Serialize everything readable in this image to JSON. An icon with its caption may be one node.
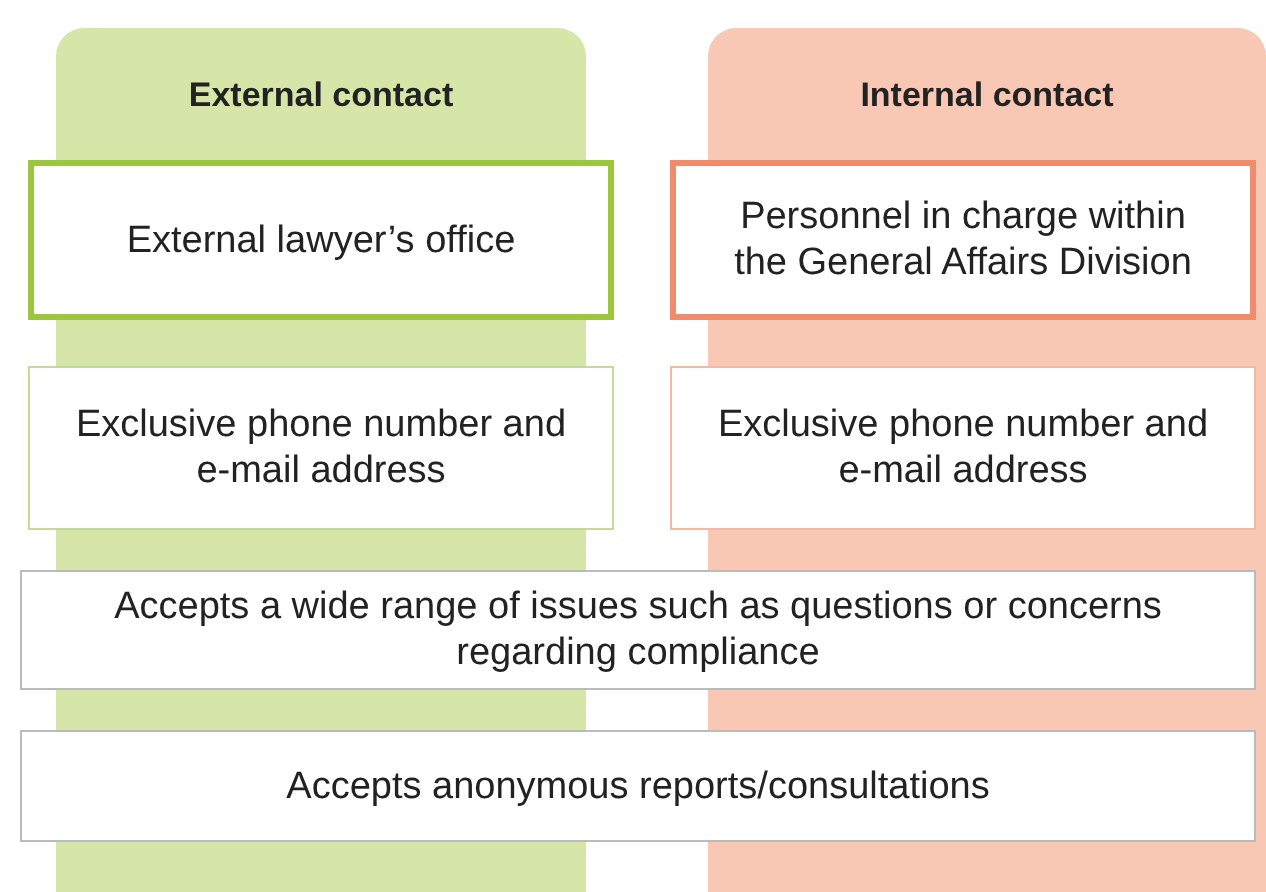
{
  "diagram": {
    "nodes": [
      {
        "text": [
          "External contact"
        ]
      },
      {
        "text": [
          "Internal contact"
        ]
      },
      {
        "text": [
          "External lawyer’s office"
        ]
      },
      {
        "text": [
          "Personnel in charge within the General Affairs Division"
        ]
      },
      {
        "text": [
          "Exclusive phone number and e-mail address"
        ]
      },
      {
        "text": [
          "Exclusive phone number and e-mail address"
        ]
      },
      {
        "text": [
          "Accepts a wide range of issues such as questions or concerns regarding compliance"
        ]
      },
      {
        "text": [
          "Accepts anonymous reports/consultations"
        ]
      }
    ]
  }
}
